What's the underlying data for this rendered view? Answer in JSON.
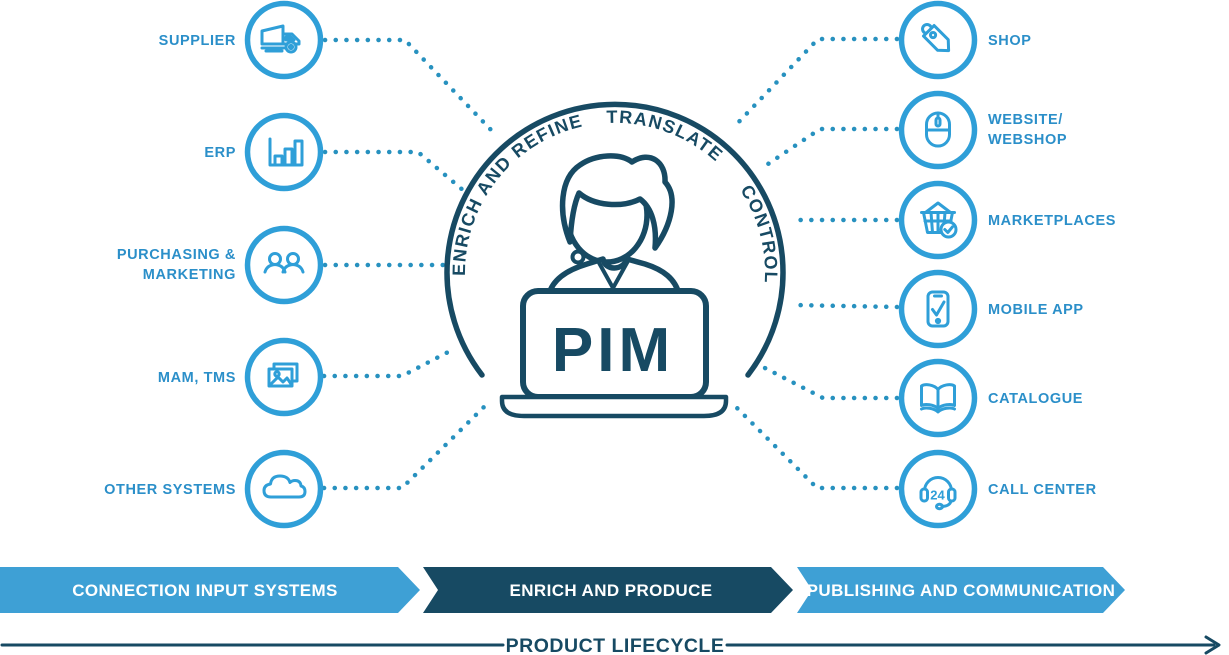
{
  "diagram": {
    "center": {
      "label": "PIM",
      "ring_labels": [
        "ENRICH AND REFINE",
        "TRANSLATE",
        "CONTROL"
      ]
    },
    "inputs": [
      {
        "icon": "truck-icon",
        "label_lines": [
          "SUPPLIER"
        ]
      },
      {
        "icon": "bar-chart-icon",
        "label_lines": [
          "ERP"
        ]
      },
      {
        "icon": "people-icon",
        "label_lines": [
          "PURCHASING &",
          "MARKETING"
        ]
      },
      {
        "icon": "images-icon",
        "label_lines": [
          "MAM, TMS"
        ]
      },
      {
        "icon": "cloud-icon",
        "label_lines": [
          "OTHER SYSTEMS"
        ]
      }
    ],
    "outputs": [
      {
        "icon": "price-tag-icon",
        "label_lines": [
          "SHOP"
        ]
      },
      {
        "icon": "mouse-icon",
        "label_lines": [
          "WEBSITE/",
          "WEBSHOP"
        ]
      },
      {
        "icon": "basket-icon",
        "label_lines": [
          "MARKETPLACES"
        ]
      },
      {
        "icon": "smartphone-icon",
        "label_lines": [
          "MOBILE APP"
        ]
      },
      {
        "icon": "open-book-icon",
        "label_lines": [
          "CATALOGUE"
        ]
      },
      {
        "icon": "headset-icon",
        "label_lines": [
          "CALL CENTER"
        ],
        "badge": "24"
      }
    ],
    "banners": [
      {
        "label": "CONNECTION INPUT SYSTEMS"
      },
      {
        "label": "ENRICH AND PRODUCE"
      },
      {
        "label": "PUBLISHING AND COMMUNICATION"
      }
    ],
    "lifecycle_label": "PRODUCT LIFECYCLE",
    "colors": {
      "light_blue": "#2F9FD8",
      "label_blue": "#2B8FC9",
      "dot_blue": "#2791BF",
      "navy": "#174A63",
      "banner_light": "#3EA0D5",
      "white": "#ffffff"
    }
  }
}
